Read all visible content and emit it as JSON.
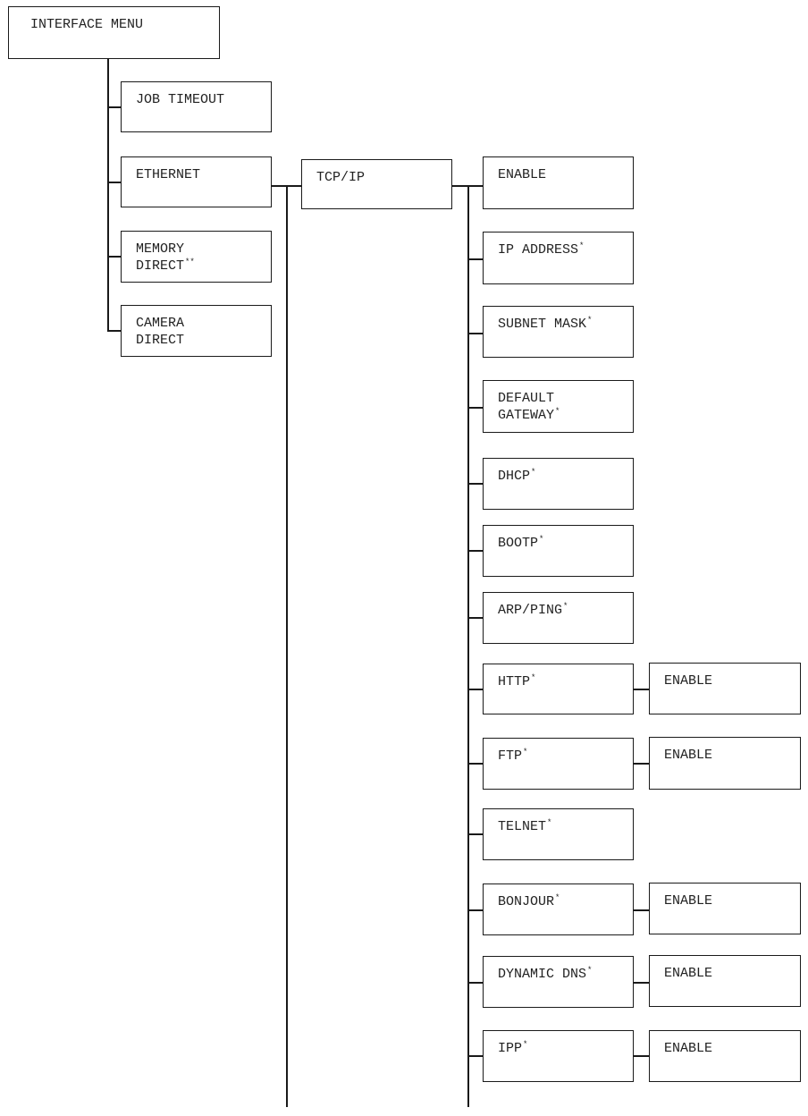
{
  "root": {
    "label": "INTERFACE MENU"
  },
  "interface_items": {
    "job_timeout": {
      "label": "JOB TIMEOUT"
    },
    "ethernet": {
      "label": "ETHERNET"
    },
    "memory_direct": {
      "line1": "MEMORY",
      "line2": "DIRECT",
      "mark": "**"
    },
    "camera_direct": {
      "line1": "CAMERA",
      "line2": "DIRECT"
    }
  },
  "ethernet_items": {
    "tcpip": {
      "label": "TCP/IP"
    }
  },
  "tcpip_items": {
    "enable": {
      "label": "ENABLE"
    },
    "ip_address": {
      "label": "IP ADDRESS",
      "mark": "*"
    },
    "subnet_mask": {
      "label": "SUBNET MASK",
      "mark": "*"
    },
    "default_gateway": {
      "line1": "DEFAULT",
      "line2": "GATEWAY",
      "mark": "*"
    },
    "dhcp": {
      "label": "DHCP",
      "mark": "*"
    },
    "bootp": {
      "label": "BOOTP",
      "mark": "*"
    },
    "arp_ping": {
      "label": "ARP/PING",
      "mark": "*"
    },
    "http": {
      "label": "HTTP",
      "mark": "*",
      "child": "ENABLE"
    },
    "ftp": {
      "label": "FTP",
      "mark": "*",
      "child": "ENABLE"
    },
    "telnet": {
      "label": "TELNET",
      "mark": "*"
    },
    "bonjour": {
      "label": "BONJOUR",
      "mark": "*",
      "child": "ENABLE"
    },
    "dynamic_dns": {
      "label": "DYNAMIC DNS",
      "mark": "*",
      "child": "ENABLE"
    },
    "ipp": {
      "label": "IPP",
      "mark": "*",
      "child": "ENABLE"
    }
  }
}
